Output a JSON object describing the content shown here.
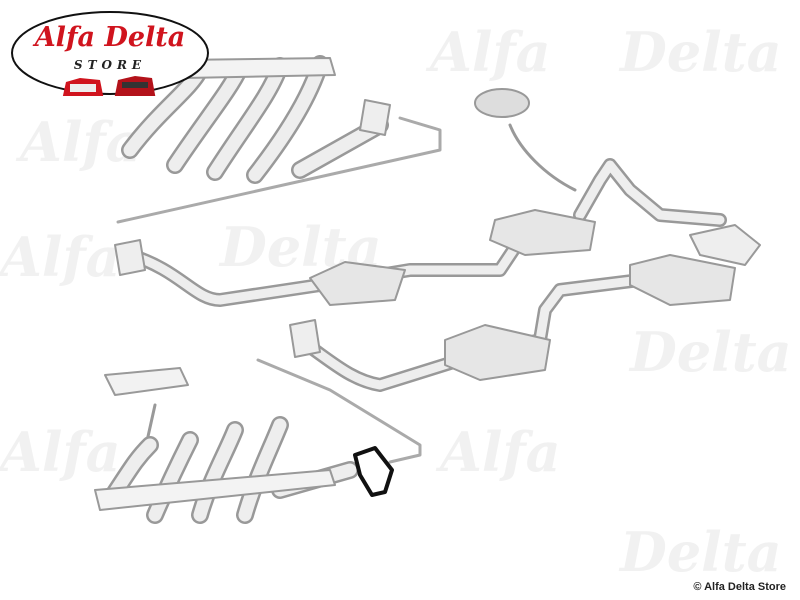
{
  "logo": {
    "title": "Alfa Delta",
    "subtitle": "STORE"
  },
  "watermark": "Alfa Delta",
  "copyright": "© Alfa Delta Store",
  "colors": {
    "brand_red": "#d0141e",
    "part_outline": "#9a9a9a",
    "part_fill": "#e6e6e6",
    "highlight": "#111111"
  },
  "highlighted_part": "exhaust-flange-gasket"
}
